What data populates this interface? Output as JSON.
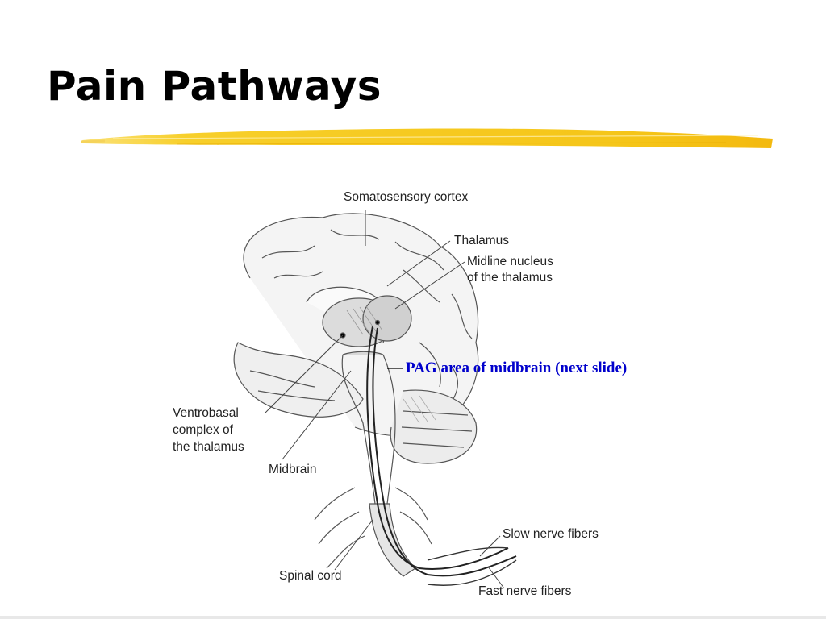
{
  "slide": {
    "title": "Pain Pathways",
    "accent_color": "#f5c518"
  },
  "diagram": {
    "labels": {
      "somatosensory_cortex": "Somatosensory cortex",
      "thalamus": "Thalamus",
      "midline_nucleus_1": "Midline nucleus",
      "midline_nucleus_2": "of the thalamus",
      "ventrobasal_1": "Ventrobasal",
      "ventrobasal_2": "complex of",
      "ventrobasal_3": "the thalamus",
      "midbrain": "Midbrain",
      "spinal_cord": "Spinal cord",
      "slow_fibers": "Slow nerve fibers",
      "fast_fibers": "Fast nerve fibers"
    },
    "annotation": "PAG area of midbrain (next slide)",
    "annotation_color": "#0000cc"
  }
}
